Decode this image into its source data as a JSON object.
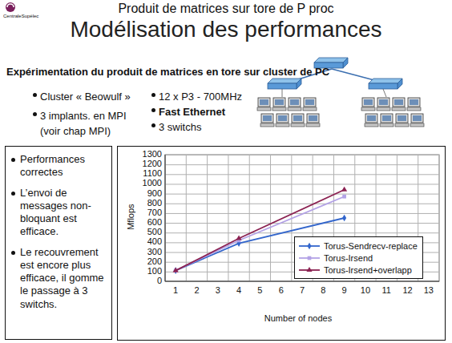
{
  "diagram": {
    "title": "Modélisation des performances",
    "nodes": [
      {
        "text": [
          "Performances correctes",
          "L’envoi de messages non-bloquant est efficace.",
          "Le recouvrement est encore plus efficace, il gomme le passage à 3 switchs."
        ]
      },
      {
        "text": [
          "Mflops",
          "Number of nodes"
        ]
      }
    ],
    "labels": [
      "CentraleSupélec",
      "Produit de matrices sur tore de P proc",
      "Expérimentation du produit de matrices en tore sur cluster de PC",
      "Cluster « Beowulf »",
      "3 implants. en MPI (voir chap MPI)",
      "12 x P3 - 700MHz",
      "Fast Ethernet",
      "3 switchs",
      "0",
      "100",
      "200",
      "300",
      "400",
      "500",
      "600",
      "700",
      "800",
      "900",
      "1000",
      "1100",
      "1200",
      "1300",
      "1",
      "2",
      "3",
      "4",
      "5",
      "6",
      "7",
      "8",
      "9",
      "10",
      "11",
      "12",
      "13"
    ],
    "legend": [
      {
        "text": "Torus-Sendrecv-replace"
      },
      {
        "text": "Torus-Irsend"
      },
      {
        "text": "Torus-Irsend+overlapp"
      }
    ]
  }
}
